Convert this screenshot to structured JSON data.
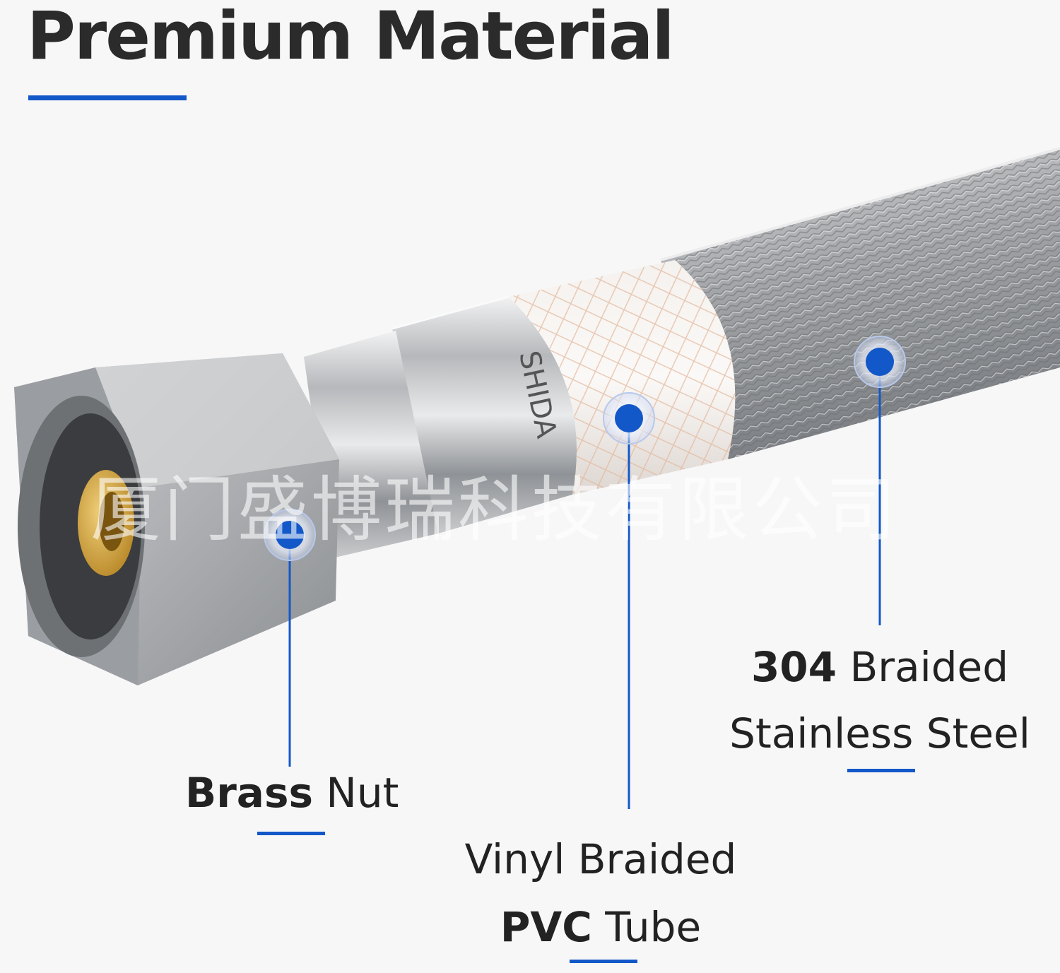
{
  "title": "Premium Material",
  "watermark": "厦门盛博瑞科技有限公司",
  "brand_mark": "SHIDA",
  "colors": {
    "accent": "#1358c8",
    "text": "#222222",
    "background": "#f7f7f8"
  },
  "callouts": [
    {
      "id": "brass-nut",
      "lines": [
        {
          "bold": "Brass",
          "rest": " Nut"
        }
      ]
    },
    {
      "id": "vinyl-pvc",
      "lines": [
        {
          "bold": "",
          "rest": "Vinyl Braided"
        },
        {
          "bold": "PVC",
          "rest": " Tube"
        }
      ]
    },
    {
      "id": "steel-braid",
      "lines": [
        {
          "bold": "304",
          "rest": " Braided"
        },
        {
          "bold": "",
          "rest": "Stainless Steel"
        }
      ]
    }
  ]
}
